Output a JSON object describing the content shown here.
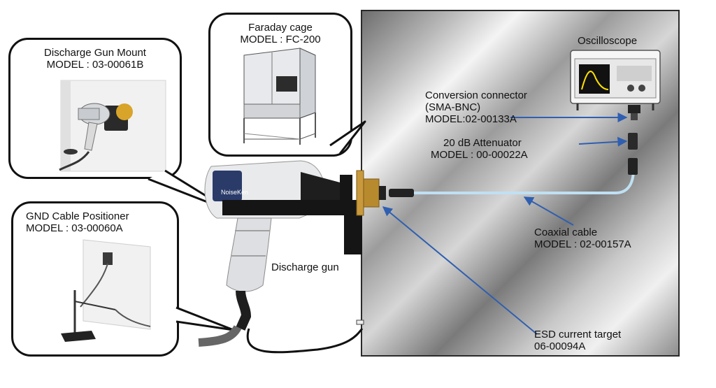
{
  "labels": {
    "mount_title": "Discharge Gun Mount",
    "mount_model": "MODEL : 03-00061B",
    "cage_title": "Faraday cage",
    "cage_model": "MODEL : FC-200",
    "gnd_title": "GND Cable Positioner",
    "gnd_model": "MODEL : 03-00060A",
    "oscilloscope": "Oscilloscope",
    "conv_line1": "Conversion connector",
    "conv_line2": "(SMA-BNC)",
    "conv_line3": "MODEL:02-00133A",
    "att_line1": "20 dB Attenuator",
    "att_line2": "MODEL : 00-00022A",
    "coax_line1": "Coaxial cable",
    "coax_line2": "MODEL : 02-00157A",
    "esd_line1": "ESD current target",
    "esd_line2": "06-00094A",
    "discharge_gun": "Discharge gun",
    "brand": "NoiseKen"
  },
  "colors": {
    "arrow": "#2f5fb0",
    "cable": "#bfe0f4",
    "brass": "#c99a3c",
    "scope_trace": "#ffe000"
  }
}
